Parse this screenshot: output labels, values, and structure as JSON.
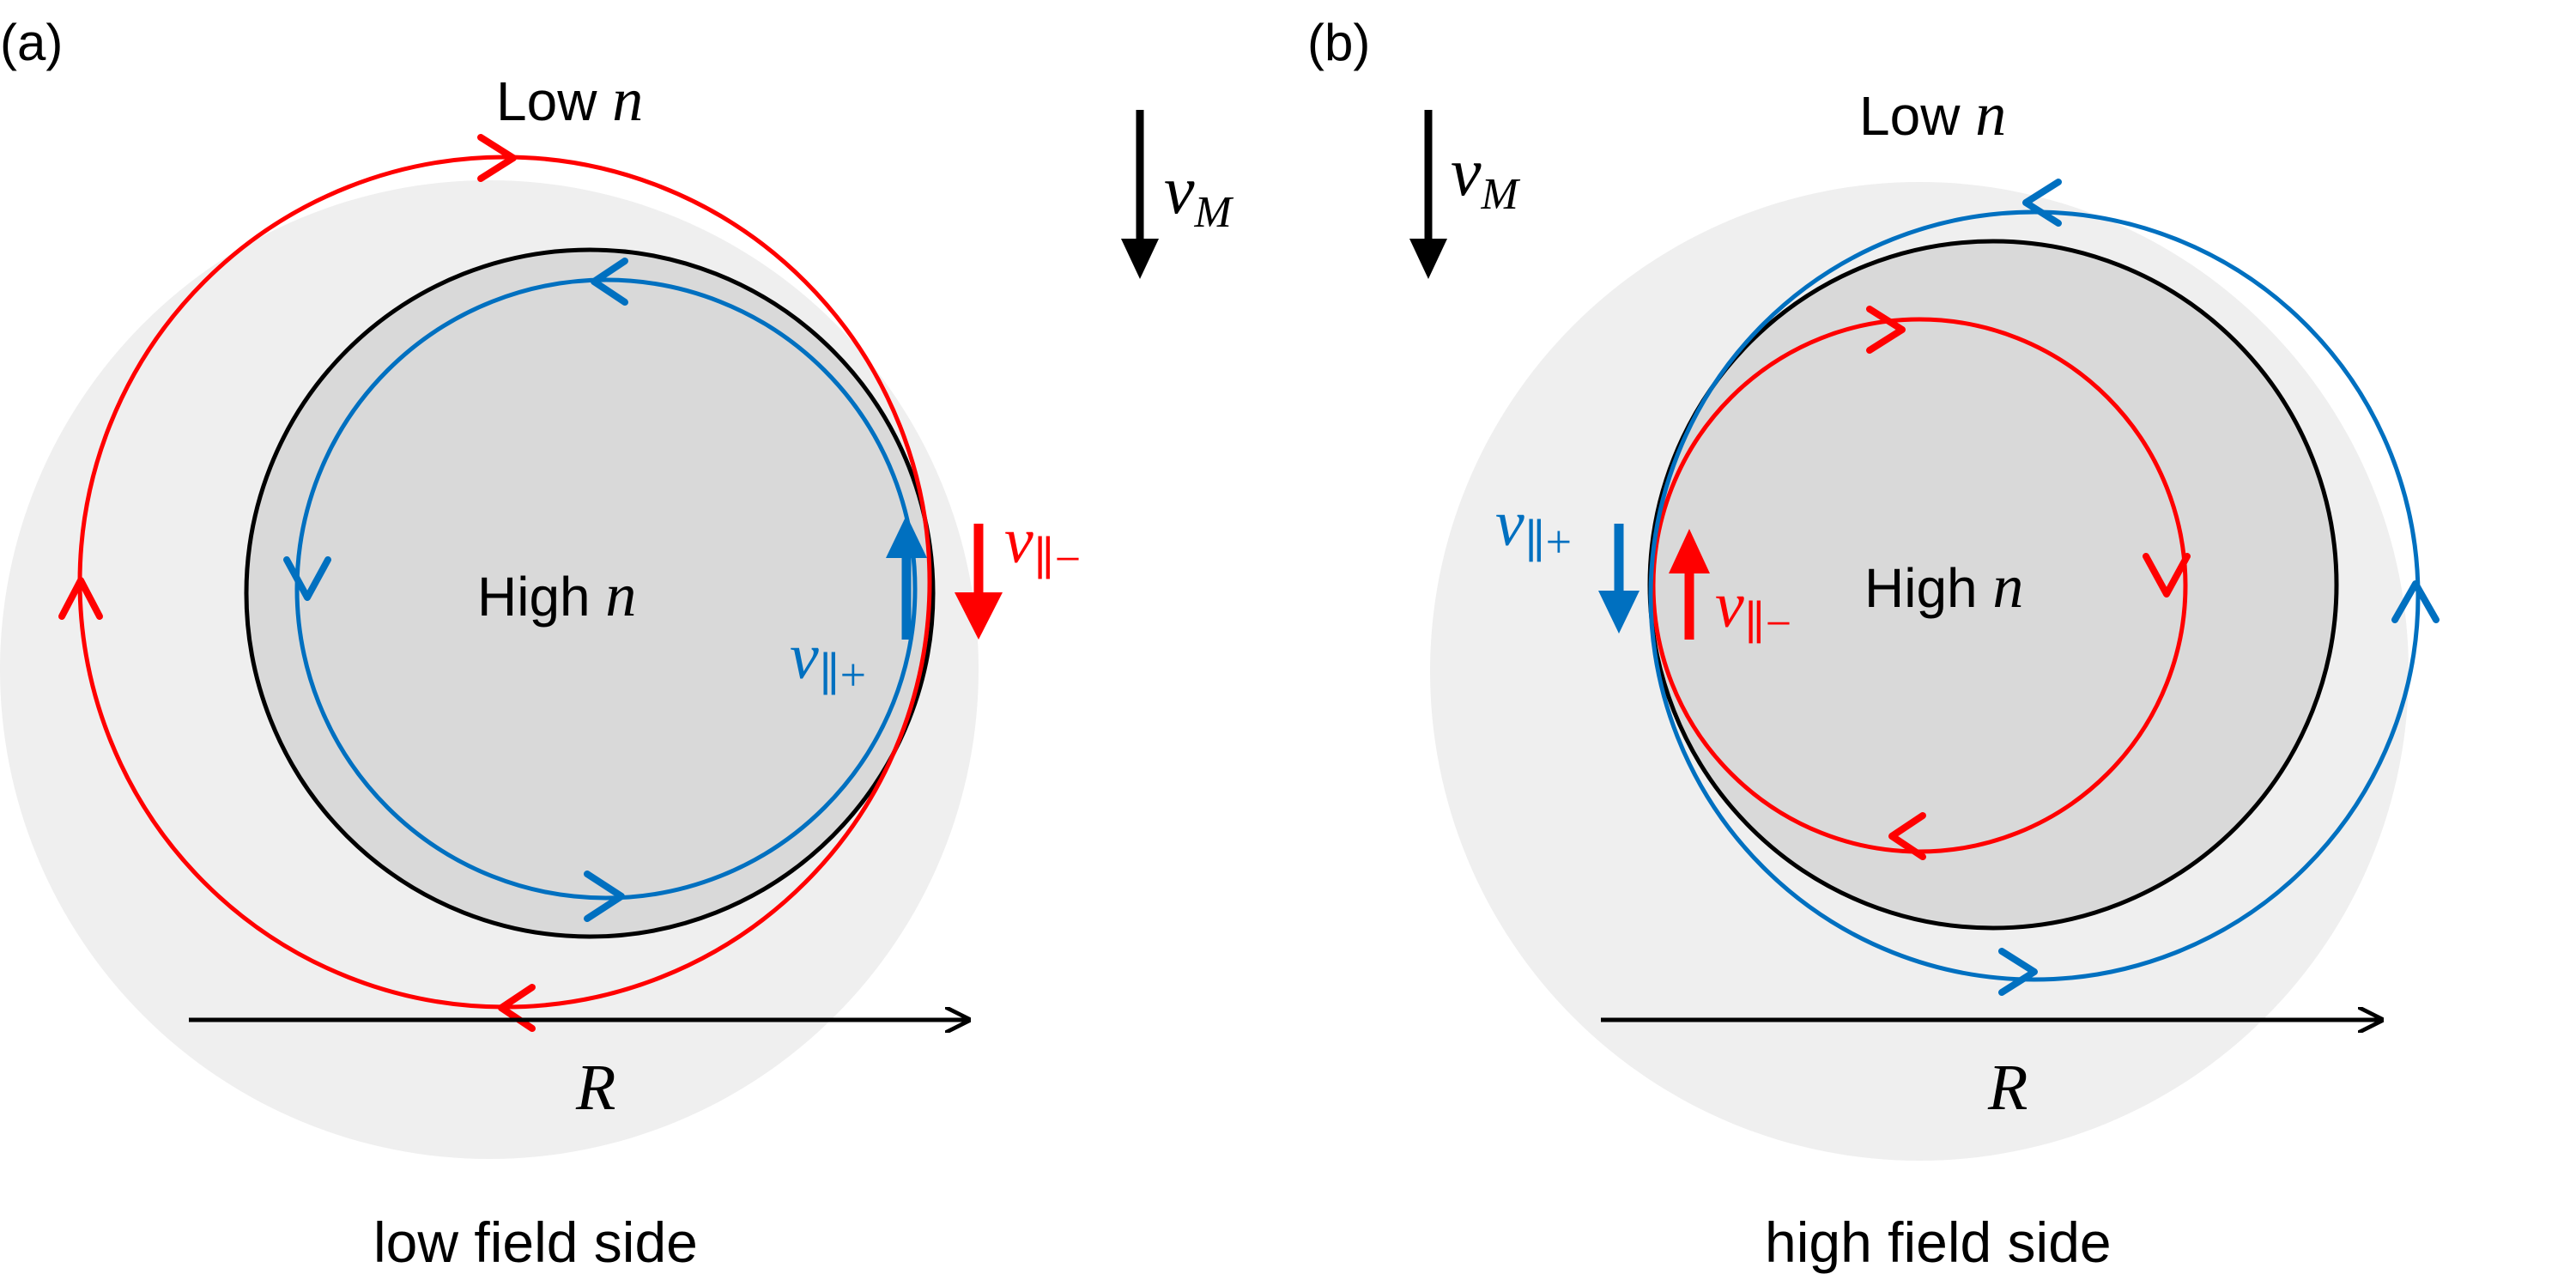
{
  "panels": [
    {
      "id": "a",
      "tag": "(a)",
      "outer_label": {
        "text": "Low ",
        "var": "n"
      },
      "inner_label": {
        "text": "High ",
        "var": "n"
      },
      "axis_label": "R",
      "caption": "low field side",
      "vm_label": {
        "var": "v",
        "sub": "M"
      },
      "vpar_plus": {
        "var": "v",
        "sub": "∥+"
      },
      "vpar_minus": {
        "var": "v",
        "sub": "∥−"
      }
    },
    {
      "id": "b",
      "tag": "(b)",
      "outer_label": {
        "text": "Low ",
        "var": "n"
      },
      "inner_label": {
        "text": "High ",
        "var": "n"
      },
      "axis_label": "R",
      "caption": "high field side",
      "vm_label": {
        "var": "v",
        "sub": "M"
      },
      "vpar_plus": {
        "var": "v",
        "sub": "∥+"
      },
      "vpar_minus": {
        "var": "v",
        "sub": "∥−"
      }
    }
  ],
  "colors": {
    "background_disk": "#efefef",
    "high_n_disk": "#d9d9d9",
    "outline": "#000000",
    "red": "#ff0000",
    "blue": "#0070c0"
  }
}
